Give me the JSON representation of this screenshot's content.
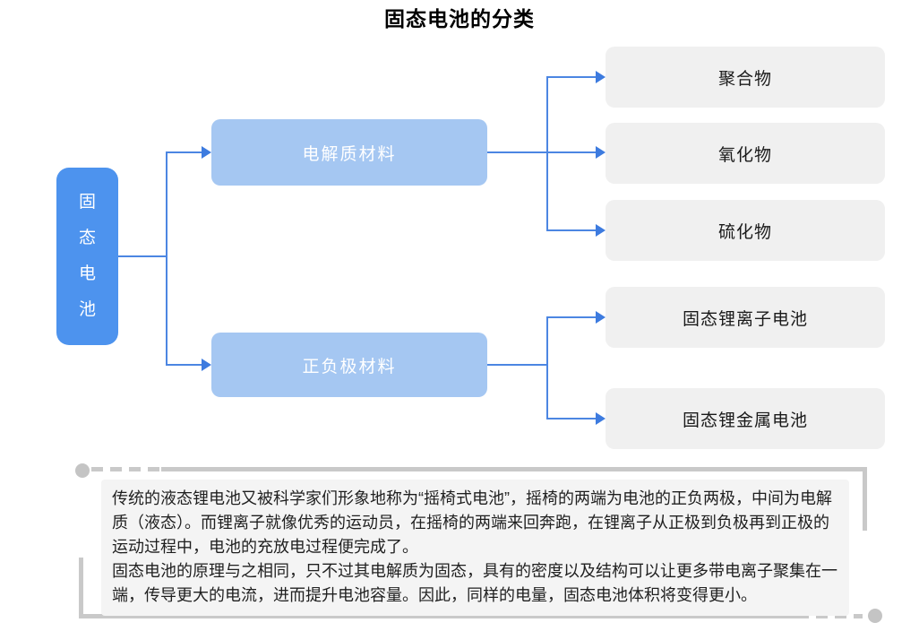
{
  "title": "固态电池的分类",
  "diagram": {
    "root": {
      "label": "固态电池"
    },
    "branches": [
      {
        "label": "电解质材料",
        "children": [
          {
            "label": "聚合物"
          },
          {
            "label": "氧化物"
          },
          {
            "label": "硫化物"
          }
        ]
      },
      {
        "label": "正负极材料",
        "children": [
          {
            "label": "固态锂离子电池"
          },
          {
            "label": "固态锂金属电池"
          }
        ]
      }
    ]
  },
  "note": {
    "paragraphs": [
      "传统的液态锂电池又被科学家们形象地称为“摇椅式电池”，摇椅的两端为电池的正负两极，中间为电解质（液态）。而锂离子就像优秀的运动员，在摇椅的两端来回奔跑，在锂离子从正极到负极再到正极的运动过程中，电池的充放电过程便完成了。",
      "固态电池的原理与之相同，只不过其电解质为固态，具有的密度以及结构可以让更多带电离子聚集在一端，传导更大的电流，进而提升电池容量。因此，同样的电量，固态电池体积将变得更小。"
    ]
  },
  "colors": {
    "root_fill": "#4D93EE",
    "branch_fill": "#A5C7F2",
    "leaf_fill": "#F0F0F0",
    "connector": "#4C86E2",
    "arrowhead": "#3D7BDF",
    "frame": "#C9C9C9",
    "note_bg": "#F4F4F4",
    "node_text_light": "#FFFFFF",
    "node_text_dark": "#1A1A1A"
  }
}
